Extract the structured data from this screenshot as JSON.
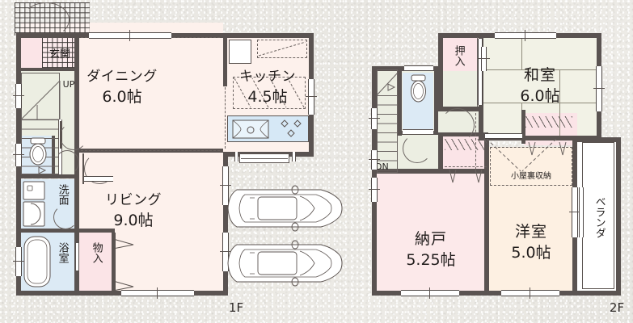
{
  "document": {
    "type": "residential-floor-plan",
    "language": "ja",
    "floors": [
      {
        "id": "1F",
        "label": "1F"
      },
      {
        "id": "2F",
        "label": "2F"
      }
    ]
  },
  "floor1": {
    "label": "1F",
    "rooms": [
      {
        "name": "genkan",
        "label": "玄関",
        "size": "",
        "color": "#fbe4e7"
      },
      {
        "name": "dining",
        "label": "ダイニング",
        "size": "6.0帖",
        "color": "#fdf1ec"
      },
      {
        "name": "kitchen",
        "label": "キッチン",
        "size": "4.5帖",
        "color": "#fdf1ec"
      },
      {
        "name": "living",
        "label": "リビング",
        "size": "9.0帖",
        "color": "#fdf1ec"
      },
      {
        "name": "washroom",
        "label": "洗面",
        "size": "",
        "color": "#dceaf5"
      },
      {
        "name": "bathroom",
        "label": "浴室",
        "size": "",
        "color": "#dceaf5"
      },
      {
        "name": "closet",
        "label": "物入",
        "size": "",
        "color": "#fbe4e7"
      },
      {
        "name": "toilet",
        "label": "",
        "size": "",
        "color": "#dceaf5"
      },
      {
        "name": "hall",
        "label": "",
        "size": "",
        "color": "#eceee2"
      }
    ],
    "stairs": {
      "direction_label": "UP"
    },
    "parking": {
      "spaces": 2
    }
  },
  "floor2": {
    "label": "2F",
    "rooms": [
      {
        "name": "washitsu",
        "label": "和室",
        "size": "6.0帖",
        "color": "#f2f2e6"
      },
      {
        "name": "oshiire",
        "label": "押入",
        "size": "",
        "color": "#fbe4e7"
      },
      {
        "name": "nando",
        "label": "納戸",
        "size": "5.25帖",
        "color": "#fce9ea"
      },
      {
        "name": "yoshitsu",
        "label": "洋室",
        "size": "5.0帖",
        "color": "#fdf0e2"
      },
      {
        "name": "attic-storage",
        "label": "小屋裏収納",
        "size": "",
        "color": "#fdf0e2"
      },
      {
        "name": "veranda",
        "label": "ベランダ",
        "size": "",
        "color": "#ffffff"
      },
      {
        "name": "toilet",
        "label": "",
        "size": "",
        "color": "#dceaf5"
      },
      {
        "name": "hall",
        "label": "",
        "size": "",
        "color": "#eceee2"
      }
    ],
    "stairs": {
      "direction_label": "DN"
    }
  },
  "colors": {
    "wall": "#5a5351",
    "background": "#e9e7e2",
    "pink": "#fbe4e7",
    "pink_deep": "#fce9ea",
    "cream": "#fdf1ec",
    "beige": "#fdf0e2",
    "tatami": "#f2f2e6",
    "water_blue": "#dceaf5",
    "hall_green": "#eceee2",
    "text": "#211d1c"
  }
}
